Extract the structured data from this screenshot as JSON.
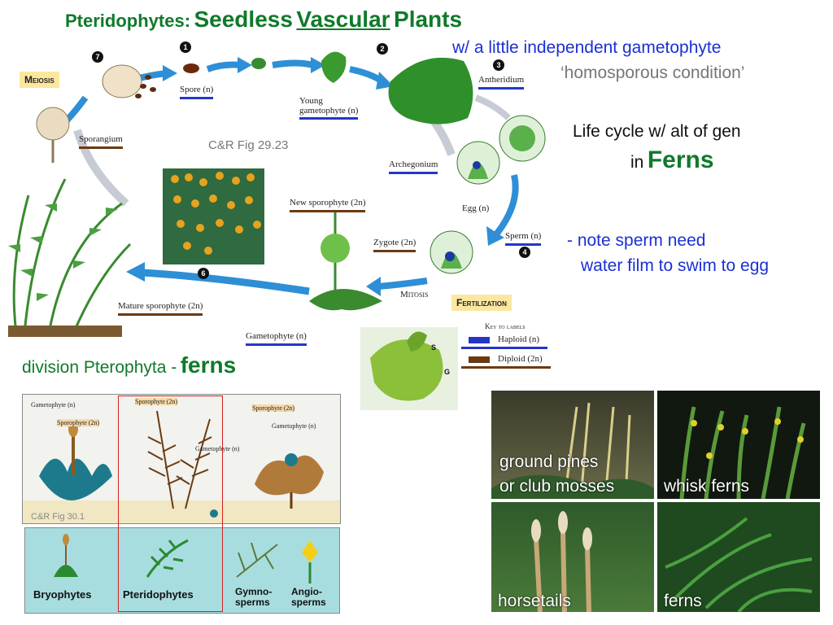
{
  "title": {
    "part1": "Pteridophytes:",
    "part2": "Seedless",
    "part3": "Vascular",
    "part4": "Plants"
  },
  "notes": {
    "gametophyte": "w/ a little independent gametophyte",
    "homosporous": "‘homosporous condition’",
    "lifecycle": "Life cycle w/ alt of gen",
    "in": "in",
    "ferns": "Ferns",
    "sperm1": "- note sperm need",
    "sperm2": "water film to swim to egg",
    "division": "division Pterophyta -",
    "division_bold": "ferns",
    "fig_cycle": "C&R Fig 29.23",
    "fig_panel": "C&R Fig 30.1"
  },
  "cycle": {
    "meiosis": "Meiosis",
    "spore": "Spore (n)",
    "young_gametophyte_1": "Young",
    "young_gametophyte_2": "gametophyte (n)",
    "antheridium": "Antheridium",
    "archegonium": "Archegonium",
    "egg": "Egg (n)",
    "sperm": "Sperm (n)",
    "sporangium": "Sporangium",
    "new_sporophyte": "New sporophyte (2n)",
    "zygote": "Zygote (2n)",
    "mitosis": "Mitosis",
    "fertilization": "Fertilization",
    "mature_sporophyte": "Mature sporophyte (2n)",
    "gametophyte": "Gametophyte (n)",
    "key": "Key to labels",
    "haploid": "Haploid (n)",
    "diploid": "Diploid (2n)",
    "steps": [
      "1",
      "2",
      "3",
      "4",
      "6",
      "7"
    ],
    "s_letter": "S",
    "g_letter": "G"
  },
  "panel": {
    "gametophyte": "Gametophyte (n)",
    "sporophyte": "Sporophyte (2n)",
    "groups": [
      "Bryophytes",
      "Pteridophytes",
      "Gymno-\nsperms",
      "Angio-\nsperms"
    ]
  },
  "photos": {
    "ground_pines_1": "ground pines",
    "ground_pines_2": "or club mosses",
    "whisk": "whisk ferns",
    "horsetails": "horsetails",
    "ferns": "ferns"
  },
  "colors": {
    "green_title": "#0f7a2a",
    "blue_text": "#1b2fd6",
    "haploid": "#2436c8",
    "diploid": "#6b3a12"
  }
}
